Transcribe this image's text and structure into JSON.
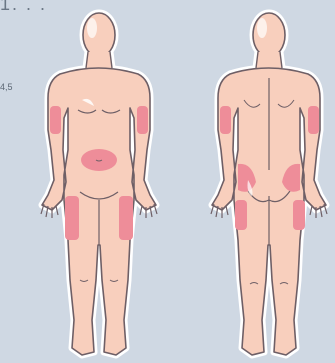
{
  "header_text": "1. . .",
  "side_note": "4,5",
  "figures": [
    {
      "view": "front"
    },
    {
      "view": "back"
    }
  ],
  "colors": {
    "background": "#cfd8e3",
    "skin": "#f8cfbd",
    "outline": "#6e5f66",
    "injection_zone": "#ee8d99",
    "highlight": "#ffffff"
  }
}
